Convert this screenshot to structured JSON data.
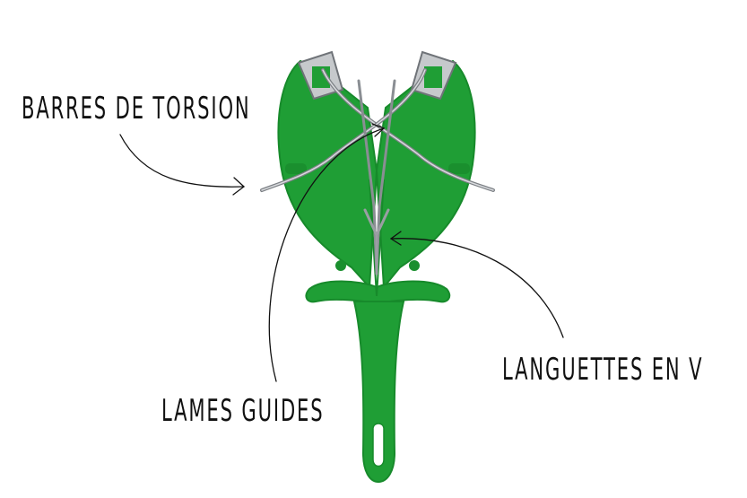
{
  "labels": {
    "torsion_bars": "BARRES DE TORSION",
    "guide_blades": "LAMES GUIDES",
    "v_tabs": "LANGUETTES EN V"
  },
  "colors": {
    "body_green": "#1f9e35",
    "body_green_dark": "#178a2b",
    "metal": "#b9bcc0",
    "metal_dark": "#7d8186",
    "ink": "#111111",
    "background": "#ffffff"
  }
}
